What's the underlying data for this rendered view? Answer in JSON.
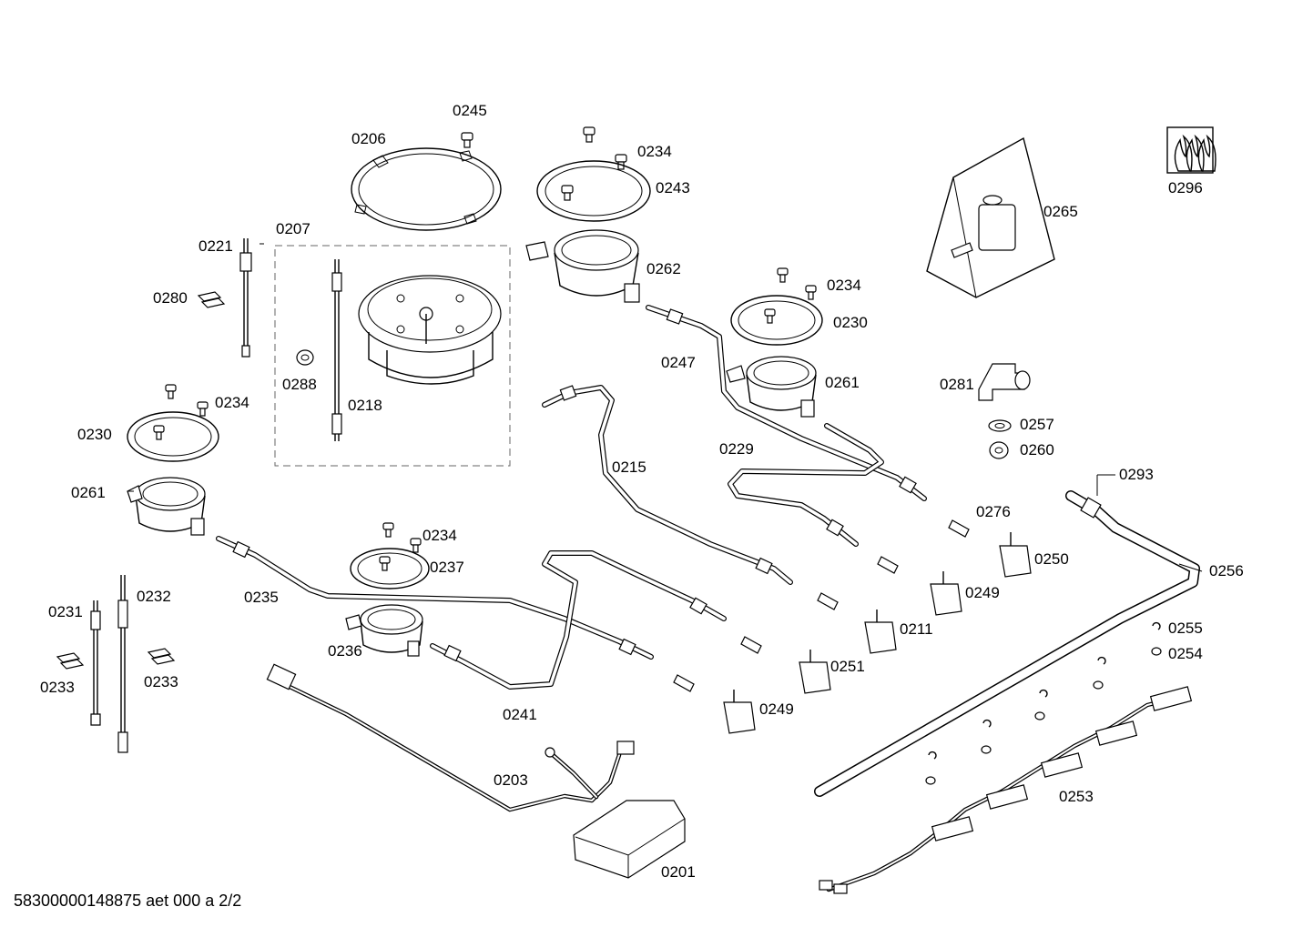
{
  "diagram": {
    "labels": {
      "p0245": "0245",
      "p0206": "0206",
      "p0207": "0207",
      "p0221": "0221",
      "p0280": "0280",
      "p0288": "0288",
      "p0218": "0218",
      "p0234a": "0234",
      "p0230a": "0230",
      "p0261a": "0261",
      "p0234b": "0234",
      "p0243": "0243",
      "p0262": "0262",
      "p0234c": "0234",
      "p0230b": "0230",
      "p0261b": "0261",
      "p0247": "0247",
      "p0229": "0229",
      "p0215": "0215",
      "p0234d": "0234",
      "p0237": "0237",
      "p0235": "0235",
      "p0236": "0236",
      "p0241": "0241",
      "p0232": "0232",
      "p0231": "0231",
      "p0233a": "0233",
      "p0233b": "0233",
      "p0203": "0203",
      "p0201": "0201",
      "p0265": "0265",
      "p0296": "0296",
      "p0281": "0281",
      "p0257": "0257",
      "p0260": "0260",
      "p0293": "0293",
      "p0276": "0276",
      "p0250": "0250",
      "p0256": "0256",
      "p0249a": "0249",
      "p0211": "0211",
      "p0251": "0251",
      "p0249b": "0249",
      "p0255": "0255",
      "p0254": "0254",
      "p0253": "0253"
    },
    "footer": "58300000148875 aet 000 a 2/2"
  }
}
